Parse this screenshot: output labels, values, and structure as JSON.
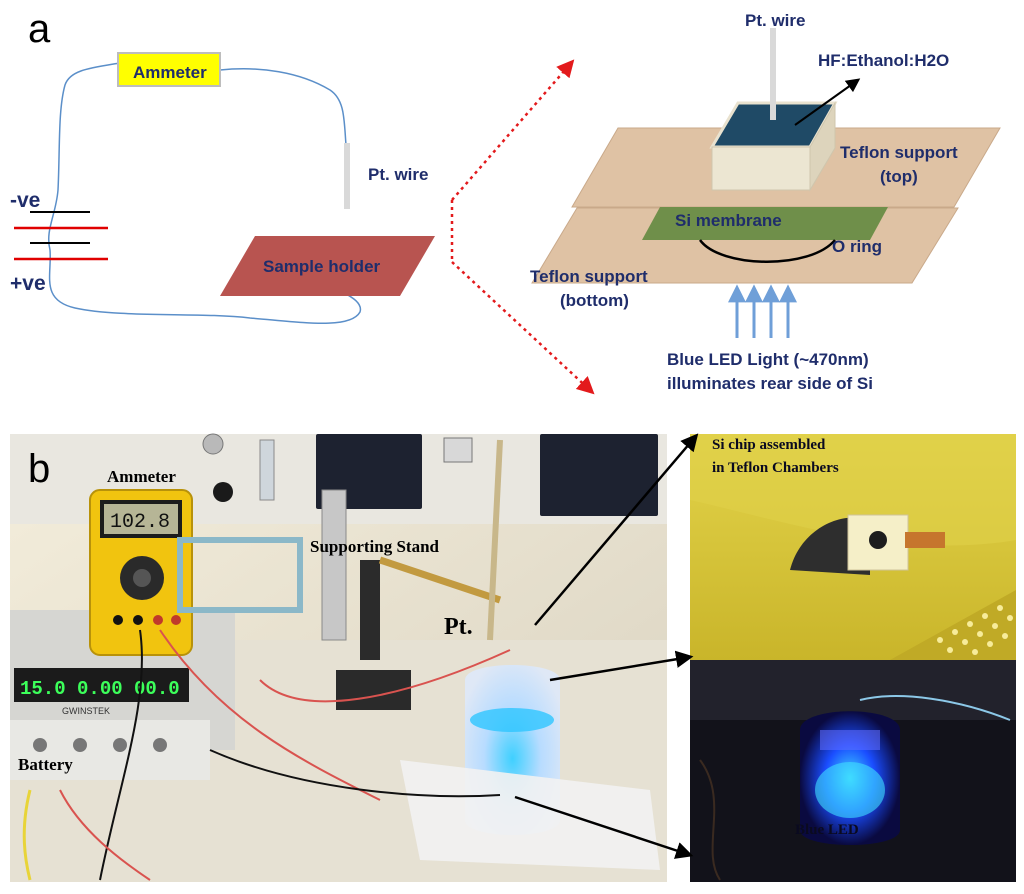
{
  "panel_a": {
    "letter": "a",
    "ammeter": "Ammeter",
    "neg_terminal": "-ve",
    "pos_terminal": "+ve",
    "pt_wire_left": "Pt. wire",
    "sample_holder": "Sample holder",
    "pt_wire_top": "Pt. wire",
    "solution": "HF:Ethanol:H2O",
    "teflon_top_line1": "Teflon support",
    "teflon_top_line2": "(top)",
    "si_membrane": "Si membrane",
    "o_ring": "O ring",
    "teflon_bottom_line1": "Teflon support",
    "teflon_bottom_line2": "(bottom)",
    "led_line1": "Blue LED Light (~470nm)",
    "led_line2": "illuminates rear side of Si"
  },
  "panel_b": {
    "letter": "b",
    "ammeter": "Ammeter",
    "meter_reading": "102.8",
    "psu_display": "15.0  0.00  00.0",
    "psu_brand": "GWINSTEK",
    "supporting_stand": "Supporting Stand",
    "pt": "Pt.",
    "battery": "Battery",
    "chip_line1": "Si chip assembled",
    "chip_line2": "in Teflon Chambers",
    "blue_led": "Blue LED"
  },
  "colors": {
    "wire_blue": "#5b8fc9",
    "ammeter_yellow": "#ffff00",
    "sample_holder": "#b85450",
    "teflon": "#dfc2a4",
    "si_membrane": "#6f8f4a",
    "chamber_top": "#1f4a66",
    "label_navy": "#1f2d6b",
    "dotted_red": "#e31a1c",
    "battery_red": "#e00000",
    "led_arrows": "#6f9fd8"
  }
}
